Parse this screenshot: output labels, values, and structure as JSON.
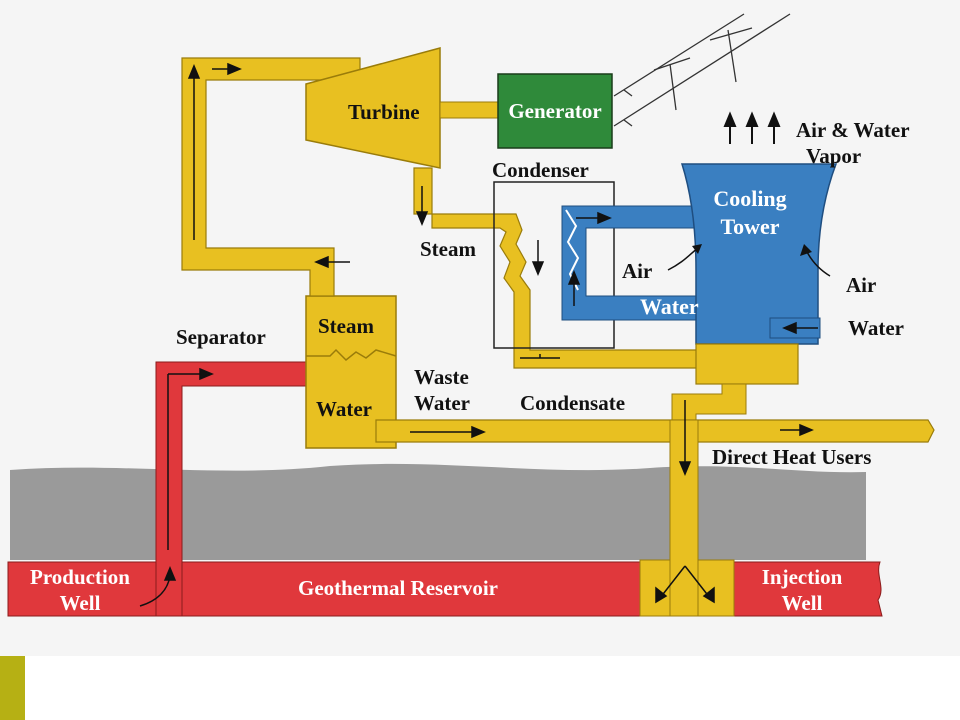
{
  "colors": {
    "background": "#f5f5f5",
    "pipe_yellow": "#e8c021",
    "pipe_yellow_edge": "#9a7c0a",
    "hot_red": "#e0383c",
    "water_blue": "#3a7fc1",
    "generator_green": "#2f8a3a",
    "ground_gray": "#9a9a9a",
    "accent_olive": "#b6b014",
    "label_dark": "#111111"
  },
  "labels": {
    "turbine": "Turbine",
    "generator": "Generator",
    "air_water_vapor_line1": "Air & Water",
    "air_water_vapor_line2": "Vapor",
    "condenser": "Condenser",
    "cooling_tower_line1": "Cooling",
    "cooling_tower_line2": "Tower",
    "steam_pipe": "Steam",
    "air_left": "Air",
    "air_right": "Air",
    "water_blue": "Water",
    "water_inlet": "Water",
    "separator": "Separator",
    "separator_steam": "Steam",
    "separator_water": "Water",
    "waste_water_line1": "Waste",
    "waste_water_line2": "Water",
    "condensate": "Condensate",
    "direct_heat_users": "Direct Heat Users",
    "production_well_line1": "Production",
    "production_well_line2": "Well",
    "geothermal_reservoir": "Geothermal Reservoir",
    "injection_well_line1": "Injection",
    "injection_well_line2": "Well"
  }
}
